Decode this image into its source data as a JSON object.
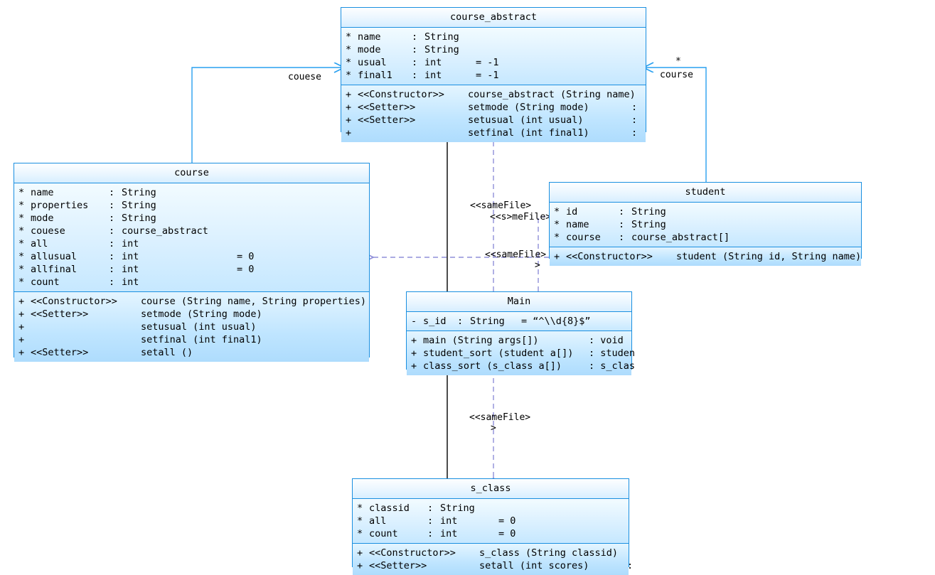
{
  "diagram": {
    "type": "uml-class-diagram",
    "colors": {
      "class_border": "#1a8fe0",
      "class_fill_light": "#e8f6ff",
      "class_fill_dark": "#bfe5ff",
      "association_line": "#1a8fe0",
      "dependency_line": "#8f8fd9",
      "inheritance_line": "#000000"
    }
  },
  "classes": {
    "course_abstract": {
      "name": "course_abstract",
      "attributes": [
        {
          "vis": "*",
          "name": "name",
          "sep": ":",
          "type": "String",
          "default": ""
        },
        {
          "vis": "*",
          "name": "mode",
          "sep": ":",
          "type": "String",
          "default": ""
        },
        {
          "vis": "*",
          "name": "usual",
          "sep": ":",
          "type": "int",
          "default": "= -1"
        },
        {
          "vis": "*",
          "name": "final1",
          "sep": ":",
          "type": "int",
          "default": "= -1"
        }
      ],
      "operations": [
        {
          "vis": "+",
          "stereotype": "<<Constructor>>",
          "sig": "course_abstract (String name)",
          "ret": ""
        },
        {
          "vis": "+",
          "stereotype": "<<Setter>>",
          "sig": "setmode (String mode)",
          "ret": ":"
        },
        {
          "vis": "+",
          "stereotype": "<<Setter>>",
          "sig": "setusual (int usual)",
          "ret": ":"
        },
        {
          "vis": "+",
          "stereotype": "",
          "sig": "setfinal (int final1)",
          "ret": ":"
        }
      ]
    },
    "course": {
      "name": "course",
      "attributes": [
        {
          "vis": "*",
          "name": "name",
          "sep": ":",
          "type": "String",
          "default": ""
        },
        {
          "vis": "*",
          "name": "properties",
          "sep": ":",
          "type": "String",
          "default": ""
        },
        {
          "vis": "*",
          "name": "mode",
          "sep": ":",
          "type": "String",
          "default": ""
        },
        {
          "vis": "*",
          "name": "couese",
          "sep": ":",
          "type": "course_abstract",
          "default": ""
        },
        {
          "vis": "*",
          "name": "all",
          "sep": ":",
          "type": "int",
          "default": ""
        },
        {
          "vis": "*",
          "name": "allusual",
          "sep": ":",
          "type": "int",
          "default": "= 0"
        },
        {
          "vis": "*",
          "name": "allfinal",
          "sep": ":",
          "type": "int",
          "default": "= 0"
        },
        {
          "vis": "*",
          "name": "count",
          "sep": ":",
          "type": "int",
          "default": ""
        }
      ],
      "operations": [
        {
          "vis": "+",
          "stereotype": "<<Constructor>>",
          "sig": "course (String name, String properties)",
          "ret": ""
        },
        {
          "vis": "+",
          "stereotype": "<<Setter>>",
          "sig": "setmode (String mode)",
          "ret": ""
        },
        {
          "vis": "+",
          "stereotype": "",
          "sig": "setusual (int usual)",
          "ret": ""
        },
        {
          "vis": "+",
          "stereotype": "",
          "sig": "setfinal (int final1)",
          "ret": ""
        },
        {
          "vis": "+",
          "stereotype": "<<Setter>>",
          "sig": "setall ()",
          "ret": ""
        }
      ]
    },
    "student": {
      "name": "student",
      "attributes": [
        {
          "vis": "*",
          "name": "id",
          "sep": ":",
          "type": "String",
          "default": ""
        },
        {
          "vis": "*",
          "name": "name",
          "sep": ":",
          "type": "String",
          "default": ""
        },
        {
          "vis": "*",
          "name": "course",
          "sep": ":",
          "type": "course_abstract[]",
          "default": ""
        }
      ],
      "operations": [
        {
          "vis": "+",
          "stereotype": "<<Constructor>>",
          "sig": "student (String id, String name)",
          "ret": ""
        }
      ]
    },
    "Main": {
      "name": "Main",
      "attributes": [
        {
          "vis": "-",
          "name": "s_id",
          "sep": ":",
          "type": "String",
          "default": "= “^\\\\d{8}$”"
        }
      ],
      "operations": [
        {
          "vis": "+",
          "stereotype": "",
          "sig": "main (String args[])",
          "ret": ": void"
        },
        {
          "vis": "+",
          "stereotype": "",
          "sig": "student_sort (student a[])",
          "ret": ": studen"
        },
        {
          "vis": "+",
          "stereotype": "",
          "sig": "class_sort (s_class a[])",
          "ret": ": s_clas"
        }
      ]
    },
    "s_class": {
      "name": "s_class",
      "attributes": [
        {
          "vis": "*",
          "name": "classid",
          "sep": ":",
          "type": "String",
          "default": ""
        },
        {
          "vis": "*",
          "name": "all",
          "sep": ":",
          "type": "int",
          "default": "= 0"
        },
        {
          "vis": "*",
          "name": "count",
          "sep": ":",
          "type": "int",
          "default": "= 0"
        }
      ],
      "operations": [
        {
          "vis": "+",
          "stereotype": "<<Constructor>>",
          "sig": "s_class (String classid)",
          "ret": ""
        },
        {
          "vis": "+",
          "stereotype": "<<Setter>>",
          "sig": "setall (int scores)",
          "ret": ":"
        }
      ]
    }
  },
  "edges": {
    "assoc_course_to_abstract": {
      "label": "couese",
      "multiplicity": ""
    },
    "assoc_student_to_abstract": {
      "label": "course",
      "multiplicity": "*"
    },
    "dep_main_to_abstract": {
      "label_line1": "<<sameFile>",
      "label_line2": ">"
    },
    "dep_main_to_student": {
      "label_line1": "<<s>meFile>",
      "label_line2": ""
    },
    "dep_student_to_course": {
      "label_line1": "<<sameFile>",
      "label_line2": ">"
    },
    "dep_main_to_sclass": {
      "label_line1": "<<sameFile>",
      "label_line2": ">"
    }
  }
}
